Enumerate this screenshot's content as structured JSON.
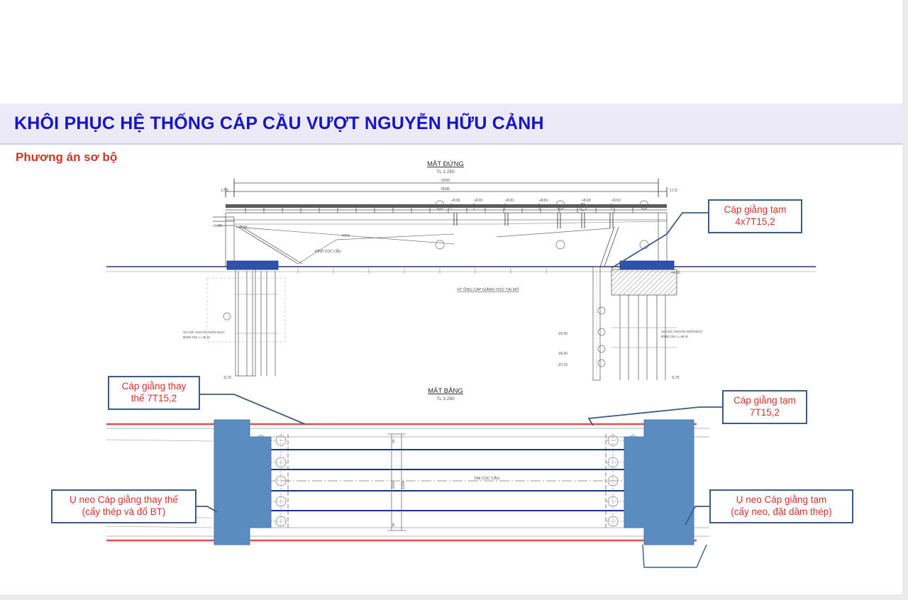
{
  "slide": {
    "title": "KHÔI PHỤC HỆ THỐNG CÁP CẦU VƯỢT NGUYỄN HỮU CẢNH",
    "subtitle": "Phương án sơ bộ"
  },
  "colors": {
    "title_text": "#1614c8",
    "title_band": "#eceaf6",
    "subtitle_text": "#d0342c",
    "callout_border": "#3c5a84",
    "callout_text": "#d0342c",
    "anchor_block": "#5b8cc0",
    "cable_line": "#1a2f8f",
    "edge_line": "#d9534f",
    "deck_line": "#2b2f7a",
    "cad_line": "#4d4d4d",
    "hatch": "#8a8a8a"
  },
  "callouts": [
    {
      "id": "temp-cable-4x",
      "line1": "Cáp giằng tạm",
      "line2": "4x7T15,2"
    },
    {
      "id": "replacement-cable",
      "line1": "Cáp giằng thay",
      "line2": "thế 7T15,2"
    },
    {
      "id": "temp-cable-7",
      "line1": "Cáp giằng tạm",
      "line2": "7T15,2"
    },
    {
      "id": "anchor-replacement",
      "line1": "Ụ neo Cáp giằng thay thế",
      "line2": "(cấy thép và đổ BT)"
    },
    {
      "id": "anchor-temporary",
      "line1": "Ụ neo Cáp giằng tạm",
      "line2": "(cấy neo, đặt dầm thép)"
    }
  ],
  "drawing": {
    "elevation": {
      "label": "MẶT ĐỨNG",
      "scale": "TL 1:250"
    },
    "plan": {
      "label": "MẶT BẰNG",
      "scale": "TL 1:250"
    },
    "notes": {
      "duct_note": "HT ỐNG CÁP GIẰNG DỌC TẠI MỐ",
      "pile_left": "15 CỌC KHOAN NHỒI ĐỰC",
      "pile_left2": "Ø180 CM, L=45 M",
      "pile_right": "15 CỌC KHOAN NHỒI ĐỰC",
      "pile_right2": "Ø180 CM, L=45 M",
      "centerline": "TIM CỌC CẦU",
      "slope_note": "i=2%",
      "cap_note": "ĐỈNH CỌC CẦU"
    },
    "dimensions": {
      "top_total": "2250",
      "top_span": "5506",
      "left_end": "17,5",
      "right_end": "17,5",
      "deck_levels": [
        "+8,90",
        "+8,81",
        "+8,81",
        "+8,81",
        "+8,60",
        "+8,53"
      ],
      "ground_level": "+0,00",
      "level_a": "+7,55",
      "level_b": "+4,50",
      "depth_1": "-29,30",
      "depth_2": "-34,20",
      "depth_3": "-37,10",
      "depth_4": "-6,70"
    },
    "plan_dims": {
      "half_width": "1150",
      "total_width": "1250",
      "edge": "50"
    }
  }
}
